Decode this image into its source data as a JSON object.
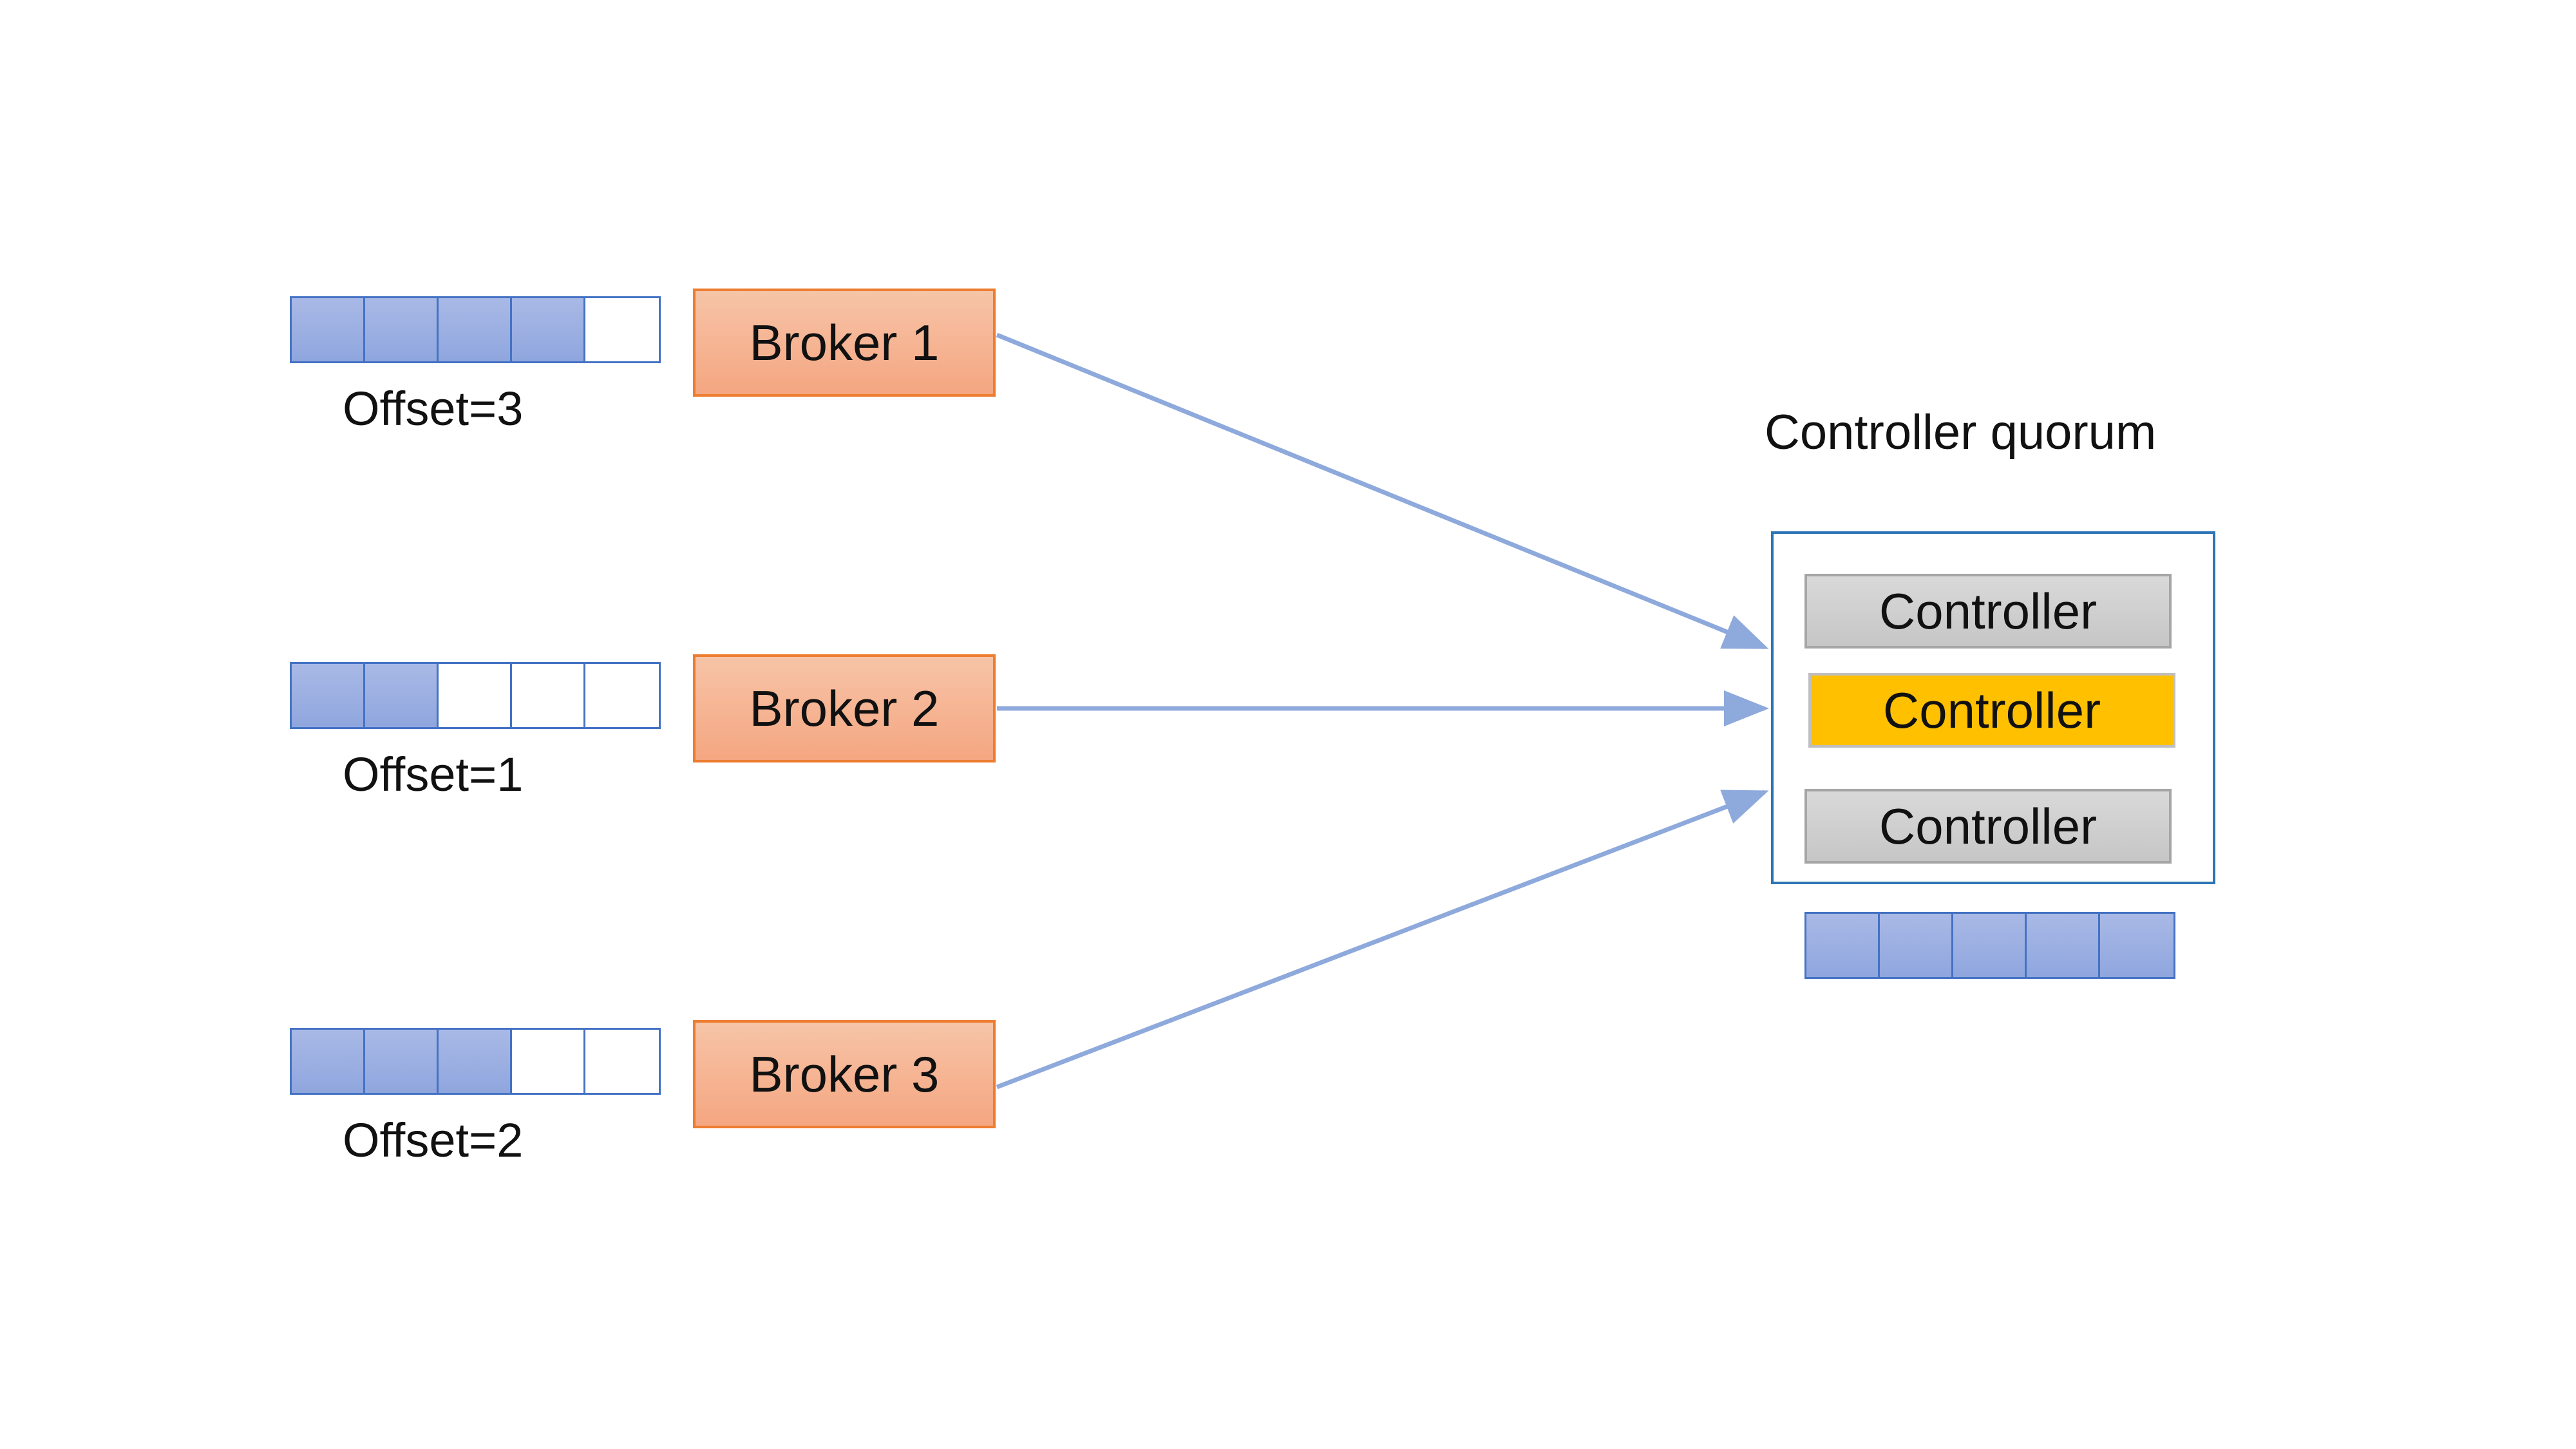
{
  "colors": {
    "log_filled": "#8fa6de",
    "log_border": "#4472c4",
    "broker_fill": "#f5a681",
    "broker_border": "#ed7d31",
    "controller_fill": "#c6c6c6",
    "leader_fill": "#ffc000",
    "arrow": "#8ea9db",
    "quorum_border": "#2e75b6"
  },
  "brokers": [
    {
      "label": "Broker 1",
      "offset_label": "Offset=3",
      "log_filled_cells": 4,
      "log_total_cells": 5
    },
    {
      "label": "Broker 2",
      "offset_label": "Offset=1",
      "log_filled_cells": 2,
      "log_total_cells": 5
    },
    {
      "label": "Broker 3",
      "offset_label": "Offset=2",
      "log_filled_cells": 3,
      "log_total_cells": 5
    }
  ],
  "quorum": {
    "title": "Controller quorum",
    "controllers": [
      {
        "label": "Controller",
        "leader": false
      },
      {
        "label": "Controller",
        "leader": true
      },
      {
        "label": "Controller",
        "leader": false
      }
    ],
    "log_filled_cells": 5,
    "log_total_cells": 5
  }
}
